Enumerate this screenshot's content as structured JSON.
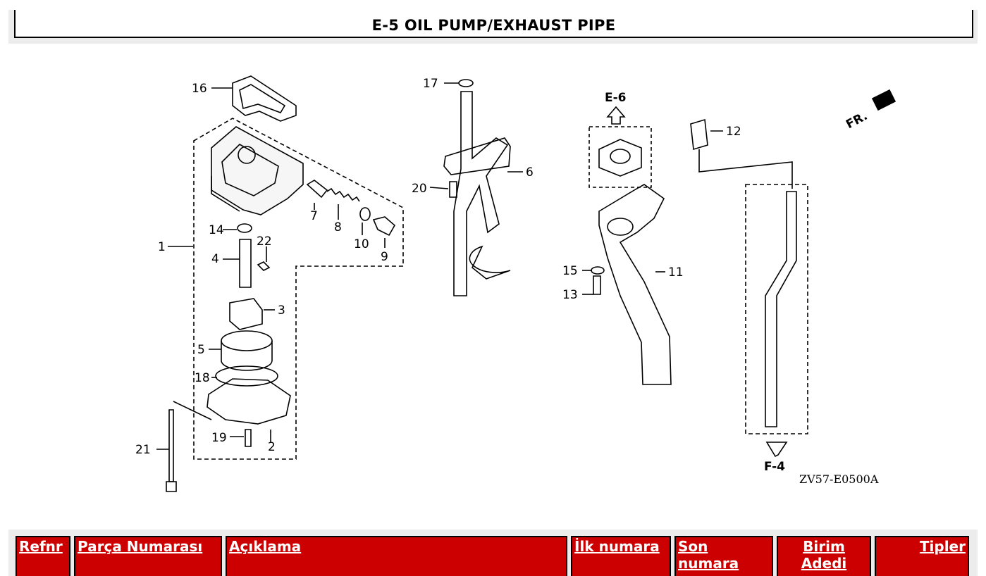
{
  "page_title": "E-5 OIL PUMP/EXHAUST PIPE",
  "diagram": {
    "code": "ZV57-E0500A",
    "direction_label": "FR.",
    "refs": {
      "e6": "E-6",
      "f4": "F-4"
    },
    "callouts": {
      "c1": "1",
      "c2": "2",
      "c3": "3",
      "c4": "4",
      "c5": "5",
      "c6": "6",
      "c7": "7",
      "c8": "8",
      "c9": "9",
      "c10": "10",
      "c11": "11",
      "c12": "12",
      "c13": "13",
      "c14": "14",
      "c15": "15",
      "c16": "16",
      "c17": "17",
      "c18": "18",
      "c19": "19",
      "c20": "20",
      "c21": "21",
      "c22": "22"
    }
  },
  "table": {
    "headers": {
      "refnr": "Refnr",
      "part_number": "Parça Numarası",
      "description": "Açıklama",
      "first_number": "İlk numara",
      "last_number": "Son numara",
      "unit_qty": "Birim Adedi",
      "types": "Tipler"
    }
  },
  "colors": {
    "header_bg": "#cc0000",
    "header_text": "#ffffff",
    "panel_bg": "#ececec"
  }
}
